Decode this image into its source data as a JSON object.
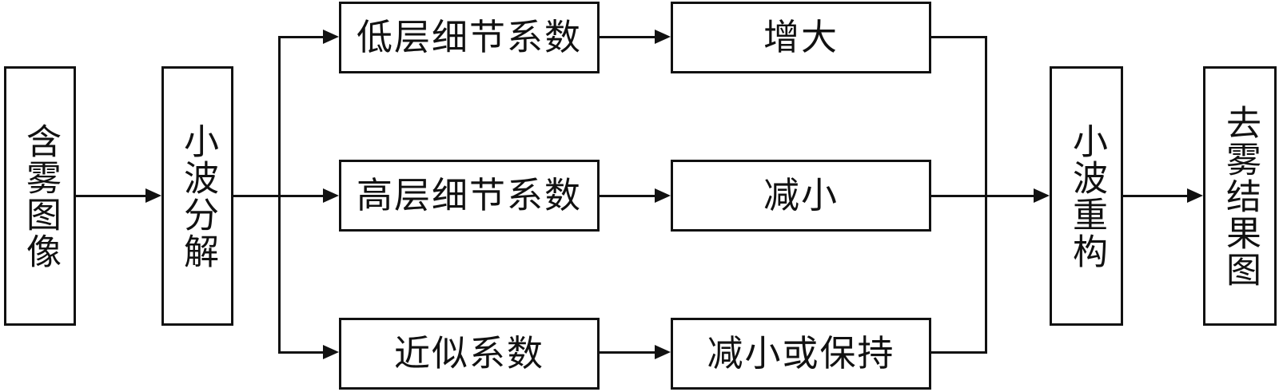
{
  "diagram_type": "flowchart",
  "colors": {
    "background": "#ffffff",
    "line": "#111111",
    "text": "#111111"
  },
  "nodes": {
    "hazy_image": {
      "label": "含雾图像",
      "orientation": "vertical"
    },
    "wavelet_decomposition": {
      "label": "小波分解",
      "orientation": "vertical"
    },
    "low_level_detail_coefficients": {
      "label": "低层细节系数",
      "orientation": "horizontal"
    },
    "high_level_detail_coefficients": {
      "label": "高层细节系数",
      "orientation": "horizontal"
    },
    "approximation_coefficients": {
      "label": "近似系数",
      "orientation": "horizontal"
    },
    "increase": {
      "label": "增大",
      "orientation": "horizontal"
    },
    "decrease": {
      "label": "减小",
      "orientation": "horizontal"
    },
    "decrease_or_keep": {
      "label": "减小或保持",
      "orientation": "horizontal"
    },
    "wavelet_reconstruction": {
      "label": "小波重构",
      "orientation": "vertical"
    },
    "dehazed_result_image": {
      "label": "去雾结果图",
      "orientation": "vertical"
    }
  },
  "edges": [
    {
      "from": "hazy_image",
      "to": "wavelet_decomposition"
    },
    {
      "from": "wavelet_decomposition",
      "to": "low_level_detail_coefficients"
    },
    {
      "from": "wavelet_decomposition",
      "to": "high_level_detail_coefficients"
    },
    {
      "from": "wavelet_decomposition",
      "to": "approximation_coefficients"
    },
    {
      "from": "low_level_detail_coefficients",
      "to": "increase"
    },
    {
      "from": "high_level_detail_coefficients",
      "to": "decrease"
    },
    {
      "from": "approximation_coefficients",
      "to": "decrease_or_keep"
    },
    {
      "from": "increase",
      "to": "wavelet_reconstruction"
    },
    {
      "from": "decrease",
      "to": "wavelet_reconstruction"
    },
    {
      "from": "decrease_or_keep",
      "to": "wavelet_reconstruction"
    },
    {
      "from": "wavelet_reconstruction",
      "to": "dehazed_result_image"
    }
  ]
}
